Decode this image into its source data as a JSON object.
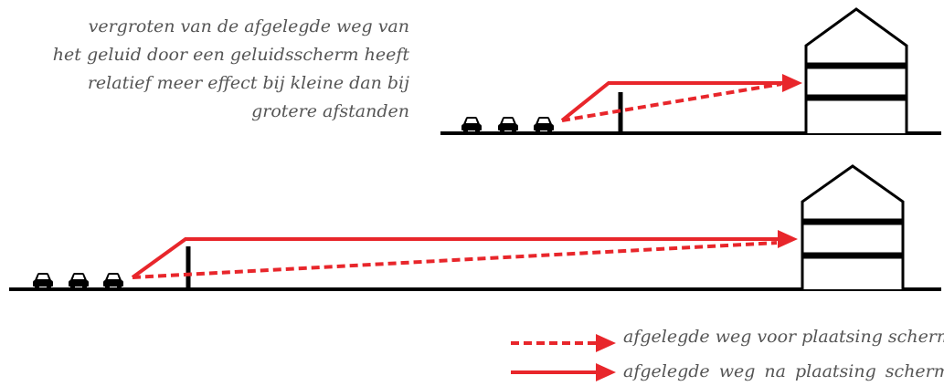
{
  "caption": {
    "lines": [
      "vergroten van de afgelegde weg van",
      "het geluid  door een geluidsscherm heeft",
      "relatief  meer effect bij kleine dan bij",
      "grotere afstanden"
    ]
  },
  "legend": {
    "before_label": "afgelegde weg voor plaatsing scherm",
    "after_label": "afgelegde weg na plaatsing scherm"
  },
  "colors": {
    "path": "#e8262b",
    "structure": "#000000",
    "text": "#555555"
  },
  "icons": [
    "car-icon",
    "noise-barrier",
    "house-icon",
    "arrow-head"
  ]
}
